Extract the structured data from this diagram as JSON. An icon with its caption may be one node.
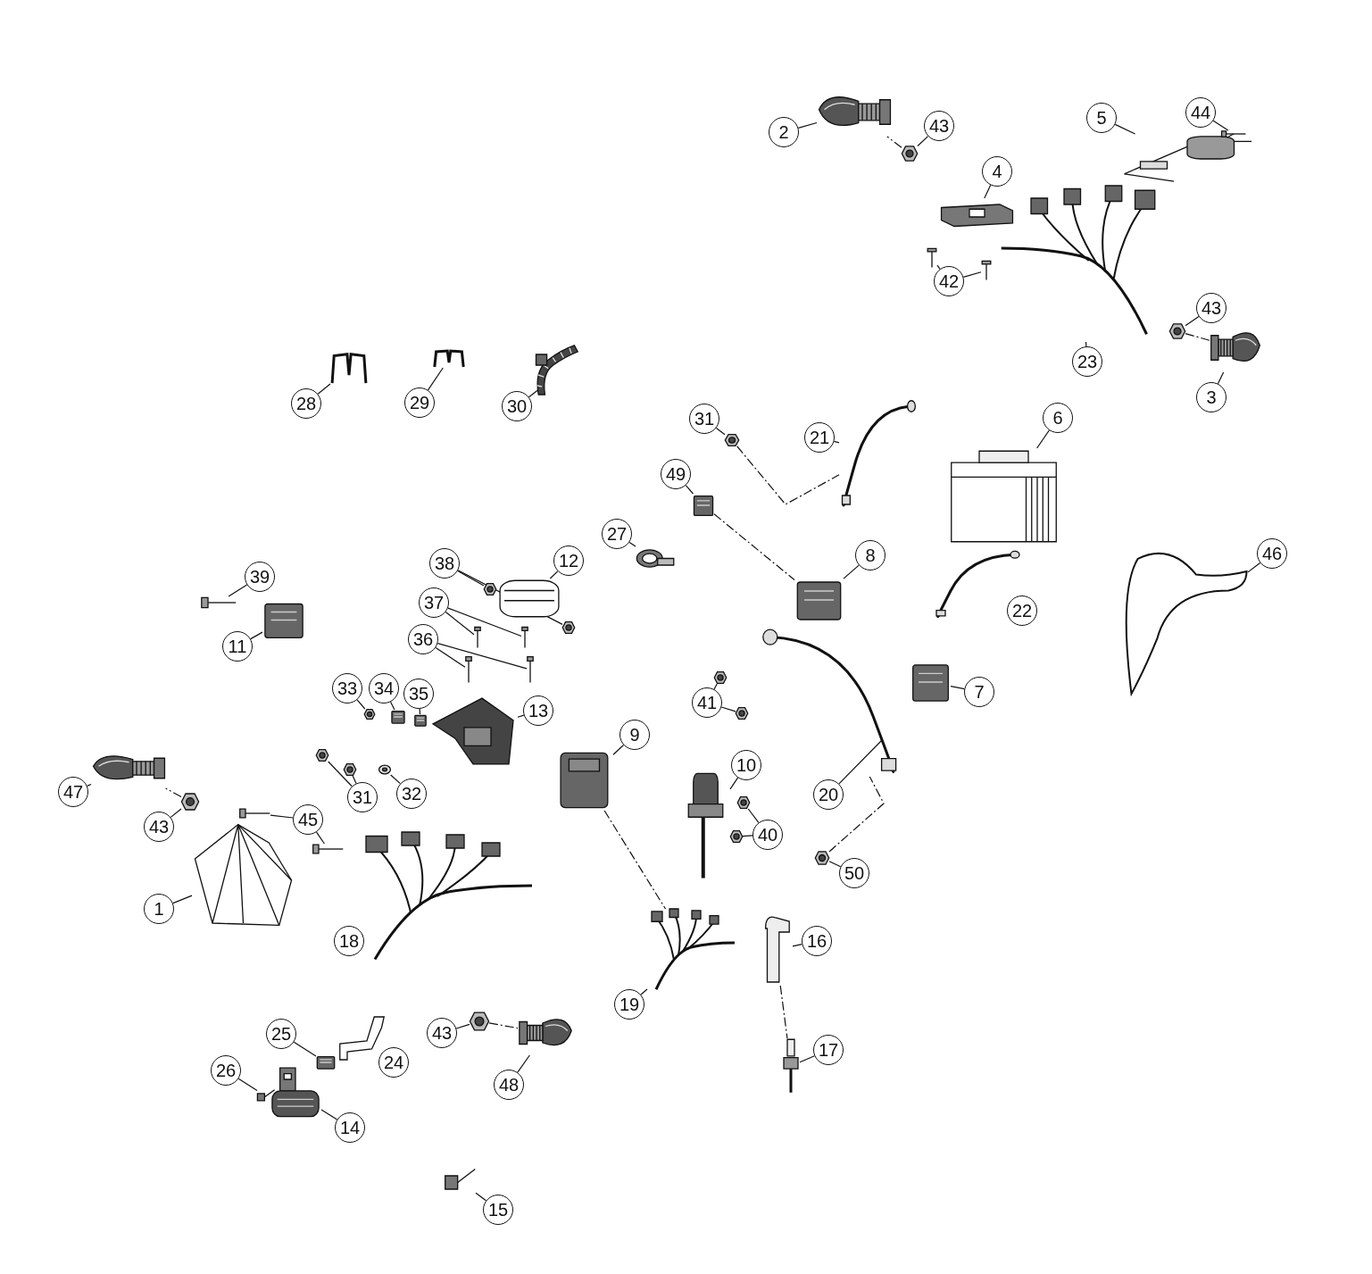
{
  "diagram": {
    "nodes": [
      {
        "text": [
          "1"
        ]
      },
      {
        "text": [],
        "shape": "picture"
      },
      {
        "text": [
          "2"
        ]
      },
      {
        "text": [],
        "shape": "picture"
      },
      {
        "text": [
          "3"
        ]
      },
      {
        "text": [],
        "shape": "picture"
      },
      {
        "text": [
          "4"
        ]
      },
      {
        "text": [],
        "shape": "picture"
      },
      {
        "text": [
          "5"
        ]
      },
      {
        "text": [],
        "shape": "picture"
      },
      {
        "text": [
          "6"
        ]
      },
      {
        "text": [],
        "shape": "picture"
      },
      {
        "text": [
          "7"
        ]
      },
      {
        "text": [],
        "shape": "picture"
      },
      {
        "text": [
          "8"
        ]
      },
      {
        "text": [],
        "shape": "picture"
      },
      {
        "text": [
          "9"
        ]
      },
      {
        "text": [],
        "shape": "picture"
      },
      {
        "text": [
          "10"
        ]
      },
      {
        "text": [],
        "shape": "picture"
      },
      {
        "text": [
          "11"
        ]
      },
      {
        "text": [],
        "shape": "picture"
      },
      {
        "text": [
          "12"
        ]
      },
      {
        "text": [],
        "shape": "picture"
      },
      {
        "text": [
          "13"
        ]
      },
      {
        "text": [],
        "shape": "picture"
      },
      {
        "text": [
          "14"
        ]
      },
      {
        "text": [],
        "shape": "picture"
      },
      {
        "text": [
          "15"
        ]
      },
      {
        "text": [],
        "shape": "picture"
      },
      {
        "text": [
          "16"
        ]
      },
      {
        "text": [],
        "shape": "picture"
      },
      {
        "text": [
          "17"
        ]
      },
      {
        "text": [],
        "shape": "picture"
      },
      {
        "text": [
          "18"
        ]
      },
      {
        "text": [],
        "shape": "picture"
      },
      {
        "text": [
          "19"
        ]
      },
      {
        "text": [],
        "shape": "picture"
      },
      {
        "text": [
          "20"
        ]
      },
      {
        "text": [],
        "shape": "picture"
      },
      {
        "text": [
          "21"
        ]
      },
      {
        "text": [],
        "shape": "picture"
      },
      {
        "text": [
          "22"
        ]
      },
      {
        "text": [],
        "shape": "picture"
      },
      {
        "text": [
          "23"
        ]
      },
      {
        "text": [],
        "shape": "picture"
      },
      {
        "text": [
          "24"
        ]
      },
      {
        "text": [],
        "shape": "picture"
      },
      {
        "text": [
          "25"
        ]
      },
      {
        "text": [],
        "shape": "picture"
      },
      {
        "text": [
          "26"
        ]
      },
      {
        "text": [],
        "shape": "picture"
      },
      {
        "text": [
          "27"
        ]
      },
      {
        "text": [],
        "shape": "picture"
      },
      {
        "text": [
          "28"
        ]
      },
      {
        "text": [],
        "shape": "picture"
      },
      {
        "text": [
          "29"
        ]
      },
      {
        "text": [],
        "shape": "picture"
      },
      {
        "text": [
          "30"
        ]
      },
      {
        "text": [],
        "shape": "picture"
      },
      {
        "text": [
          "31"
        ]
      },
      {
        "text": [],
        "shape": "picture"
      },
      {
        "text": [
          "31"
        ]
      },
      {
        "text": [],
        "shape": "picture"
      },
      {
        "text": [],
        "shape": "picture"
      },
      {
        "text": [
          "32"
        ]
      },
      {
        "text": [],
        "shape": "picture"
      },
      {
        "text": [
          "33"
        ]
      },
      {
        "text": [],
        "shape": "picture"
      },
      {
        "text": [
          "34"
        ]
      },
      {
        "text": [],
        "shape": "picture"
      },
      {
        "text": [
          "35"
        ]
      },
      {
        "text": [],
        "shape": "picture"
      },
      {
        "text": [
          "36"
        ]
      },
      {
        "text": [],
        "shape": "picture"
      },
      {
        "text": [],
        "shape": "picture"
      },
      {
        "text": [
          "37"
        ]
      },
      {
        "text": [],
        "shape": "picture"
      },
      {
        "text": [],
        "shape": "picture"
      },
      {
        "text": [
          "38"
        ]
      },
      {
        "text": [],
        "shape": "picture"
      },
      {
        "text": [],
        "shape": "picture"
      },
      {
        "text": [
          "39"
        ]
      },
      {
        "text": [],
        "shape": "picture"
      },
      {
        "text": [
          "40"
        ]
      },
      {
        "text": [],
        "shape": "picture"
      },
      {
        "text": [],
        "shape": "picture"
      },
      {
        "text": [
          "41"
        ]
      },
      {
        "text": [],
        "shape": "picture"
      },
      {
        "text": [],
        "shape": "picture"
      },
      {
        "text": [
          "42"
        ]
      },
      {
        "text": [],
        "shape": "picture"
      },
      {
        "text": [],
        "shape": "picture"
      },
      {
        "text": [
          "43"
        ]
      },
      {
        "text": [],
        "shape": "picture"
      },
      {
        "text": [
          "43"
        ]
      },
      {
        "text": [],
        "shape": "picture"
      },
      {
        "text": [
          "43"
        ]
      },
      {
        "text": [],
        "shape": "picture"
      },
      {
        "text": [
          "43"
        ]
      },
      {
        "text": [],
        "shape": "picture"
      },
      {
        "text": [
          "44"
        ]
      },
      {
        "text": [],
        "shape": "picture"
      },
      {
        "text": [
          "45"
        ]
      },
      {
        "text": [],
        "shape": "picture"
      },
      {
        "text": [],
        "shape": "picture"
      },
      {
        "text": [
          "46"
        ]
      },
      {
        "text": [],
        "shape": "picture"
      },
      {
        "text": [
          "47"
        ]
      },
      {
        "text": [],
        "shape": "picture"
      },
      {
        "text": [
          "48"
        ]
      },
      {
        "text": [],
        "shape": "picture"
      },
      {
        "text": [
          "49"
        ]
      },
      {
        "text": [],
        "shape": "picture"
      },
      {
        "text": [
          "50"
        ]
      },
      {
        "text": [],
        "shape": "picture"
      }
    ],
    "edges": [
      {
        "from": 0,
        "to": 1,
        "arrow": "none"
      },
      {
        "from": 2,
        "to": 3,
        "arrow": "none"
      },
      {
        "from": 4,
        "to": 5,
        "arrow": "none"
      },
      {
        "from": 6,
        "to": 7,
        "arrow": "none"
      },
      {
        "from": 8,
        "to": 9,
        "arrow": "none"
      },
      {
        "from": 10,
        "to": 11,
        "arrow": "none"
      },
      {
        "from": 12,
        "to": 13,
        "arrow": "none"
      },
      {
        "from": 14,
        "to": 15,
        "arrow": "none"
      },
      {
        "from": 16,
        "to": 17,
        "arrow": "none"
      },
      {
        "from": 18,
        "to": 19,
        "arrow": "none"
      },
      {
        "from": 20,
        "to": 21,
        "arrow": "none"
      },
      {
        "from": 22,
        "to": 23,
        "arrow": "none"
      },
      {
        "from": 24,
        "to": 25,
        "arrow": "none"
      },
      {
        "from": 26,
        "to": 27,
        "arrow": "none"
      },
      {
        "from": 28,
        "to": 29,
        "arrow": "none"
      },
      {
        "from": 30,
        "to": 31,
        "arrow": "none"
      },
      {
        "from": 32,
        "to": 33,
        "arrow": "none"
      },
      {
        "from": 34,
        "to": 35,
        "arrow": "none"
      },
      {
        "from": 36,
        "to": 37,
        "arrow": "none"
      },
      {
        "from": 38,
        "to": 39,
        "arrow": "none"
      },
      {
        "from": 40,
        "to": 41,
        "arrow": "none"
      },
      {
        "from": 42,
        "to": 43,
        "arrow": "none"
      },
      {
        "from": 44,
        "to": 45,
        "arrow": "none"
      },
      {
        "from": 46,
        "to": 47,
        "arrow": "none"
      },
      {
        "from": 48,
        "to": 49,
        "arrow": "none"
      },
      {
        "from": 50,
        "to": 51,
        "arrow": "none"
      },
      {
        "from": 52,
        "to": 53,
        "arrow": "none"
      },
      {
        "from": 54,
        "to": 55,
        "arrow": "none"
      },
      {
        "from": 56,
        "to": 57,
        "arrow": "none"
      },
      {
        "from": 58,
        "to": 59,
        "arrow": "none"
      },
      {
        "from": 60,
        "to": 61,
        "arrow": "none"
      },
      {
        "from": 62,
        "to": 63,
        "arrow": "none"
      },
      {
        "from": 62,
        "to": 64,
        "arrow": "none"
      },
      {
        "from": 65,
        "to": 66,
        "arrow": "none"
      },
      {
        "from": 67,
        "to": 68,
        "arrow": "none"
      },
      {
        "from": 69,
        "to": 70,
        "arrow": "none"
      },
      {
        "from": 71,
        "to": 72,
        "arrow": "none"
      },
      {
        "from": 73,
        "to": 74,
        "arrow": "none"
      },
      {
        "from": 73,
        "to": 75,
        "arrow": "none"
      },
      {
        "from": 76,
        "to": 77,
        "arrow": "none"
      },
      {
        "from": 76,
        "to": 78,
        "arrow": "none"
      },
      {
        "from": 79,
        "to": 80,
        "arrow": "none"
      },
      {
        "from": 79,
        "to": 81,
        "arrow": "none"
      },
      {
        "from": 82,
        "to": 83,
        "arrow": "none"
      },
      {
        "from": 84,
        "to": 85,
        "arrow": "none"
      },
      {
        "from": 84,
        "to": 86,
        "arrow": "none"
      },
      {
        "from": 87,
        "to": 88,
        "arrow": "none"
      },
      {
        "from": 87,
        "to": 89,
        "arrow": "none"
      },
      {
        "from": 90,
        "to": 91,
        "arrow": "none"
      },
      {
        "from": 90,
        "to": 92,
        "arrow": "none"
      },
      {
        "from": 93,
        "to": 94,
        "arrow": "none"
      },
      {
        "from": 95,
        "to": 96,
        "arrow": "none"
      },
      {
        "from": 97,
        "to": 98,
        "arrow": "none"
      },
      {
        "from": 99,
        "to": 100,
        "arrow": "none"
      },
      {
        "from": 101,
        "to": 102,
        "arrow": "none"
      },
      {
        "from": 103,
        "to": 104,
        "arrow": "none"
      },
      {
        "from": 103,
        "to": 105,
        "arrow": "none"
      },
      {
        "from": 106,
        "to": 107,
        "arrow": "none"
      },
      {
        "from": 108,
        "to": 109,
        "arrow": "none"
      },
      {
        "from": 110,
        "to": 111,
        "arrow": "none"
      },
      {
        "from": 112,
        "to": 113,
        "arrow": "none"
      },
      {
        "from": 114,
        "to": 115,
        "arrow": "none"
      },
      {
        "from": 113,
        "to": 15,
        "arrow": "none",
        "style": "dashed"
      },
      {
        "from": 31,
        "to": 33,
        "arrow": "none",
        "style": "dashed"
      },
      {
        "from": 17,
        "to": 37,
        "arrow": "none",
        "style": "dashed"
      },
      {
        "from": 94,
        "to": 3,
        "arrow": "none",
        "style": "dashed"
      },
      {
        "from": 96,
        "to": 5,
        "arrow": "none",
        "style": "dashed"
      },
      {
        "from": 98,
        "to": 109,
        "arrow": "none",
        "style": "dashed"
      },
      {
        "from": 100,
        "to": 111,
        "arrow": "none",
        "style": "dashed"
      },
      {
        "from": 61,
        "to": 41,
        "arrow": "none",
        "style": "dashed"
      },
      {
        "from": 115,
        "to": 39,
        "arrow": "none",
        "style": "dashed"
      },
      {
        "from": 102,
        "to": 9,
        "arrow": "none",
        "style": "dashed"
      }
    ]
  }
}
